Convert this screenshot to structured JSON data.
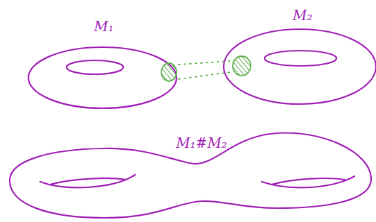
{
  "diagram": {
    "labels": [
      "M₁",
      "M₂",
      "M₁#M₂"
    ]
  }
}
